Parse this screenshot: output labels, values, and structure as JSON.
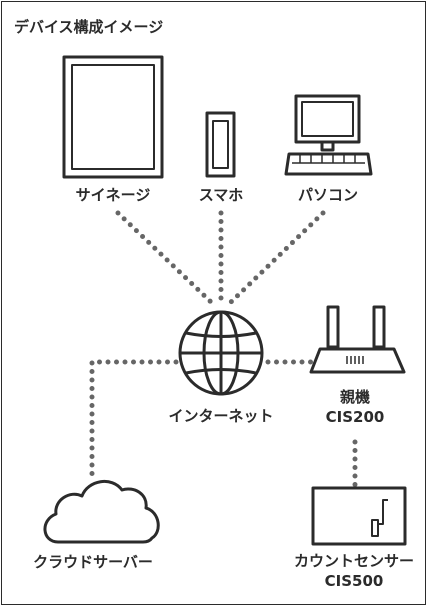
{
  "title": "デバイス構成イメージ",
  "devices": {
    "signage": "サイネージ",
    "smartphone": "スマホ",
    "pc": "パソコン",
    "internet": "インターネット",
    "router_name": "親機",
    "router_model": "CIS200",
    "cloud": "クラウドサーバー",
    "sensor_name": "カウントセンサー",
    "sensor_model": "CIS500"
  },
  "colors": {
    "stroke": "#2b2b2b",
    "dots": "#666666"
  }
}
